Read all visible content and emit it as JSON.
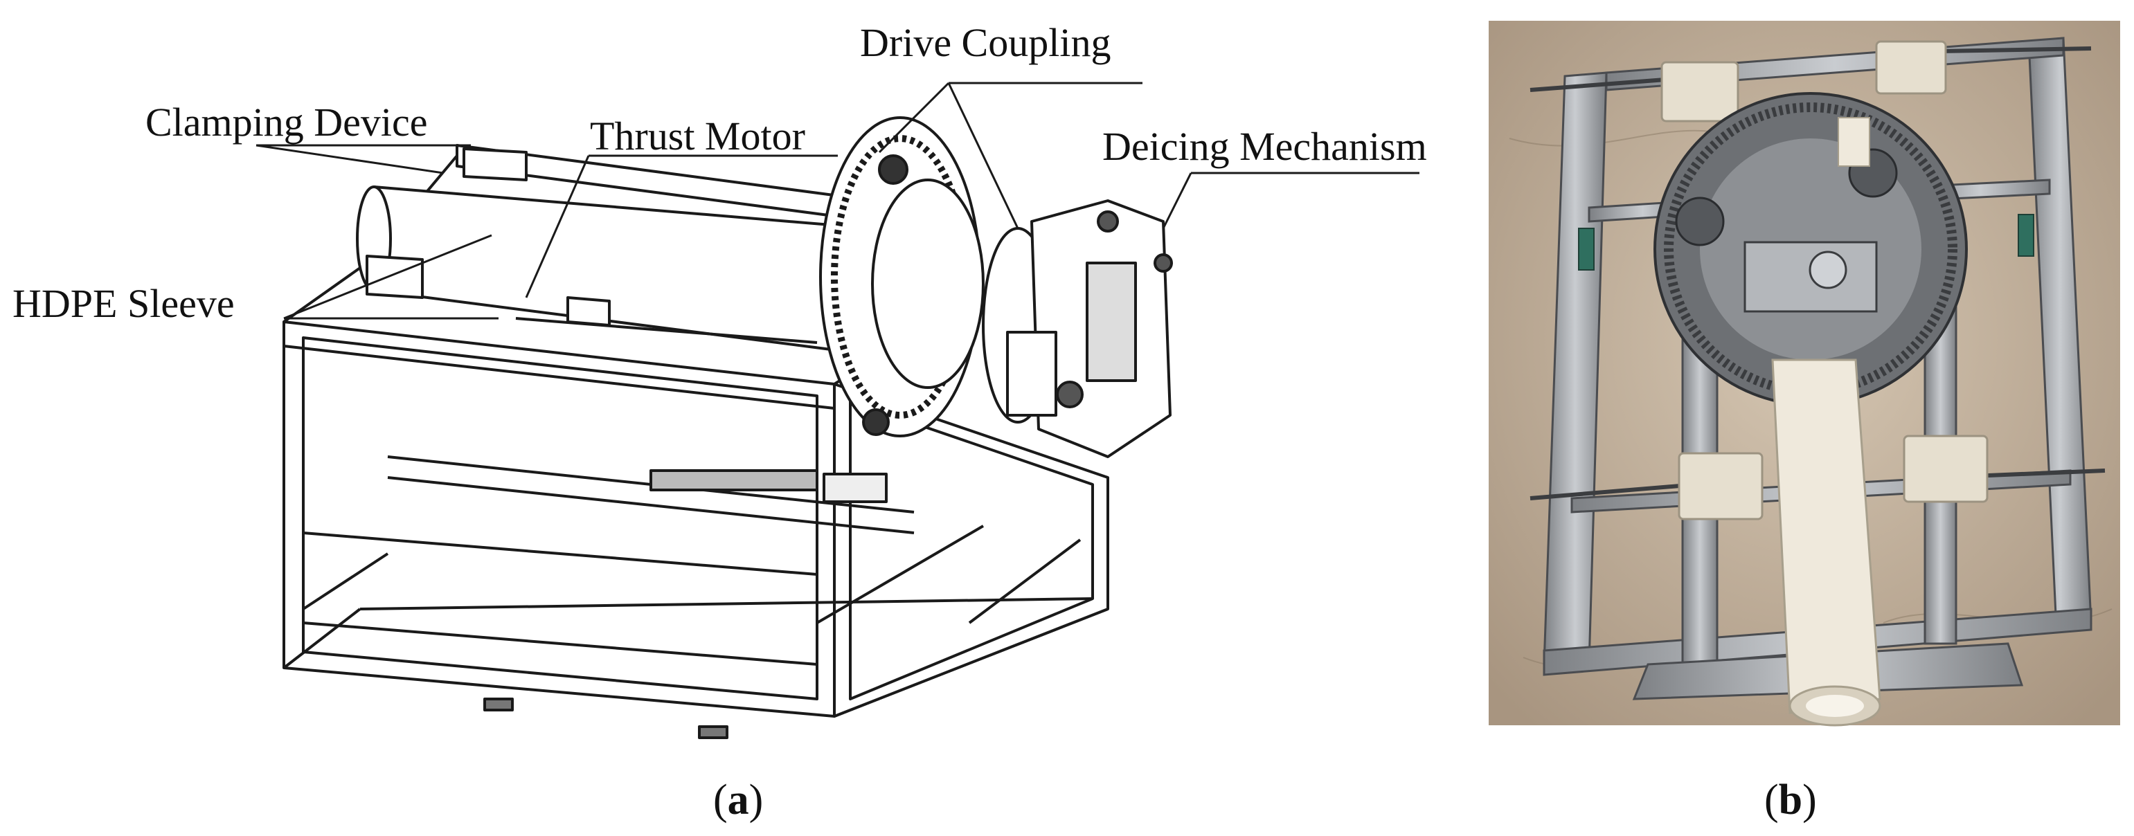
{
  "labels": {
    "clamping_device": "Clamping Device",
    "thrust_motor": "Thrust Motor",
    "drive_coupling": "Drive Coupling",
    "deicing_mechanism": "Deicing Mechanism",
    "hdpe_sleeve": "HDPE Sleeve"
  },
  "captions": {
    "a": {
      "open": "(",
      "letter": "a",
      "close": ")"
    },
    "b": {
      "open": "(",
      "letter": "b",
      "close": ")"
    }
  },
  "colors": {
    "line": "#1a1a1a",
    "steel": "#a9acb0",
    "ground": "#b9a690",
    "hdpe": "#efe9dc"
  }
}
